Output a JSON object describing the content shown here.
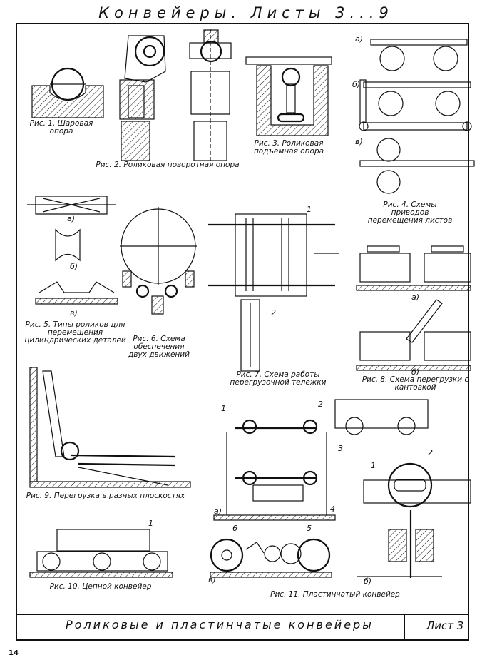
{
  "header": {
    "title": "Конвейеры. Листы 3...9"
  },
  "footer": {
    "subtitle": "Роликовые и пластинчатые конвейеры",
    "sheet": "Лист 3",
    "page_number": "14"
  },
  "figures": {
    "fig1": "Рис. 1. Шаровая опора",
    "fig2": "Рис. 2. Роликовая поворотная опора",
    "fig3": "Рис. 3. Роликовая подъемная опора",
    "fig4": "Рис. 4. Схемы приводов перемещения листов",
    "fig5": "Рис. 5. Типы роликов для перемещения цилиндрических деталей",
    "fig6": "Рис. 6. Схема обеспечения двух движений",
    "fig7": "Рис. 7. Схема работы перегрузочной тележки",
    "fig8": "Рис. 8. Схема перегрузки с кантовкой",
    "fig9": "Рис. 9. Перегрузка в разных плоскостях",
    "fig10": "Рис. 10. Цепной конвейер",
    "fig11": "Рис. 11. Пластинчатый конвейер"
  },
  "labels": {
    "a": "а)",
    "b": "б)",
    "v": "в)",
    "n1": "1",
    "n2": "2",
    "n3": "3",
    "n4": "4",
    "n5": "5",
    "n6": "6"
  }
}
